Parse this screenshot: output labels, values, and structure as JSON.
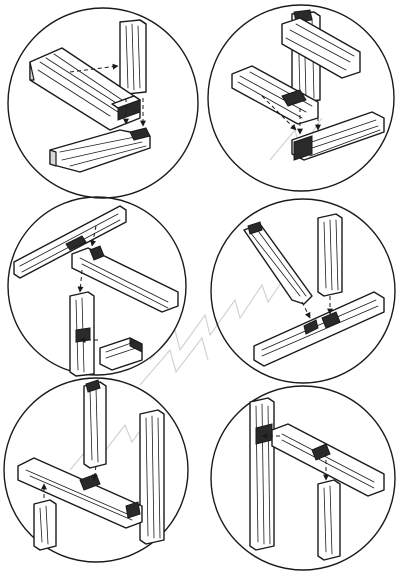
{
  "panels": [
    {
      "id": "joint-1",
      "description": ""
    },
    {
      "id": "joint-2",
      "description": ""
    },
    {
      "id": "joint-3",
      "description": ""
    },
    {
      "id": "joint-4",
      "description": ""
    },
    {
      "id": "joint-5",
      "description": ""
    },
    {
      "id": "joint-6",
      "description": ""
    }
  ],
  "colors": {
    "ink": "#1a1a1a",
    "paper": "#ffffff",
    "shade": "#d9d9d9"
  }
}
